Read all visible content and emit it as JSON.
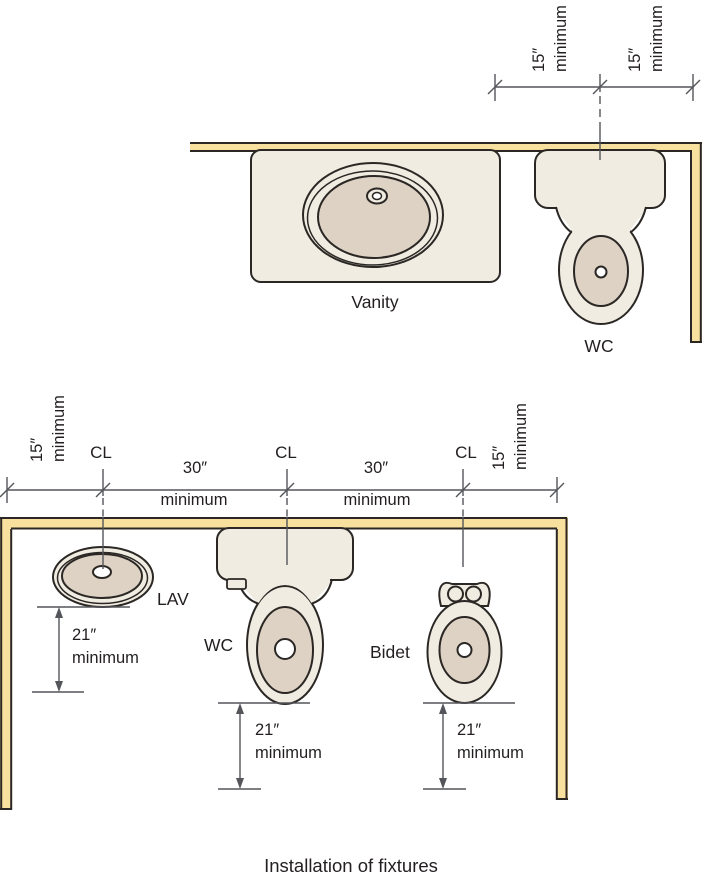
{
  "title": "Installation of fixtures",
  "colors": {
    "wall_fill": "#F8E19E",
    "fixture_fill": "#F0ECE2",
    "basin_fill": "#DDD2C4",
    "outline": "#2B2724",
    "dimension_line": "#54555A",
    "text": "#231F20"
  },
  "top_diagram": {
    "fixtures": [
      {
        "id": "vanity",
        "label": "Vanity"
      },
      {
        "id": "wc",
        "label": "WC"
      }
    ],
    "spacing_dimensions": [
      {
        "value": "15″",
        "qualifier": "minimum"
      },
      {
        "value": "15″",
        "qualifier": "minimum"
      }
    ]
  },
  "bottom_diagram": {
    "fixtures": [
      {
        "id": "lav",
        "label": "LAV"
      },
      {
        "id": "wc",
        "label": "WC"
      },
      {
        "id": "bidet",
        "label": "Bidet"
      }
    ],
    "centerline_labels": [
      "CL",
      "CL",
      "CL"
    ],
    "spacing_dimensions": [
      {
        "value": "15″",
        "qualifier": "minimum"
      },
      {
        "value": "30″",
        "qualifier": "minimum"
      },
      {
        "value": "30″",
        "qualifier": "minimum"
      },
      {
        "value": "15″",
        "qualifier": "minimum"
      }
    ],
    "clearance_dimensions": [
      {
        "value": "21″",
        "qualifier": "minimum"
      },
      {
        "value": "21″",
        "qualifier": "minimum"
      },
      {
        "value": "21″",
        "qualifier": "minimum"
      }
    ]
  }
}
